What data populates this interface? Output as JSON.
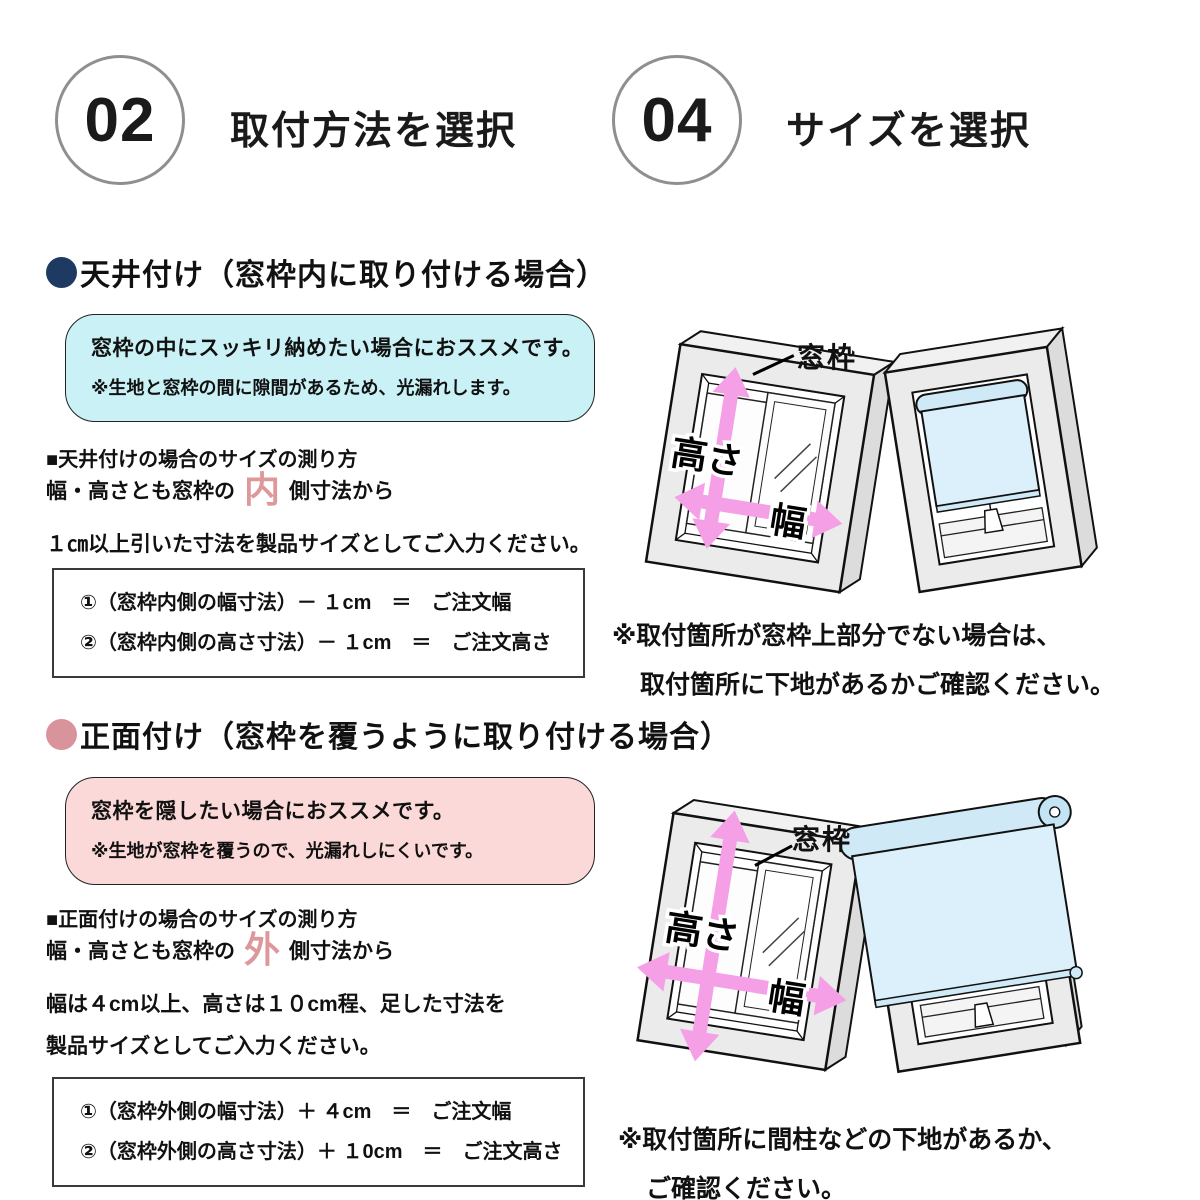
{
  "steps": [
    {
      "number": "02",
      "label": "取付方法を選択"
    },
    {
      "number": "04",
      "label": "サイズを選択"
    }
  ],
  "labels": {
    "frame": "窓枠",
    "height": "高さ",
    "width": "幅"
  },
  "sections": [
    {
      "id": "ceiling-mount",
      "heading": "天井付け（窓枠内に取り付ける場合）",
      "recommend_main": "窓枠の中にスッキリ納めたい場合におススメです。",
      "recommend_note": "※生地と窓枠の間に隙間があるため、光漏れします。",
      "measure_title": "■天井付けの場合のサイズの測り方",
      "measure_pre": "幅・高さとも窓枠の",
      "measure_em": "内",
      "measure_post": "側寸法から",
      "measure_lines": [
        "１㎝以上引いた寸法を製品サイズとしてご入力ください。"
      ],
      "formulas": [
        "①（窓枠内側の幅寸法）－ １cm　＝　ご注文幅",
        "②（窓枠内側の高さ寸法）－ １cm　＝　ご注文高さ"
      ],
      "note_lines": [
        "※取付箇所が窓枠上部分でない場合は、",
        "取付箇所に下地があるかご確認ください。"
      ]
    },
    {
      "id": "front-mount",
      "heading": "正面付け（窓枠を覆うように取り付ける場合）",
      "recommend_main": "窓枠を隠したい場合におススメです。",
      "recommend_note": "※生地が窓枠を覆うので、光漏れしにくいです。",
      "measure_title": "■正面付けの場合のサイズの測り方",
      "measure_pre": "幅・高さとも窓枠の",
      "measure_em": "外",
      "measure_post": "側寸法から",
      "measure_lines": [
        "幅は４cm以上、高さは１０cm程、足した寸法を",
        "製品サイズとしてご入力ください。"
      ],
      "formulas": [
        "①（窓枠外側の幅寸法）＋ ４cm　＝　ご注文幅",
        "②（窓枠外側の高さ寸法）＋ １0cm　＝　ご注文高さ"
      ],
      "note_lines": [
        "※取付箇所に間柱などの下地があるか、",
        "ご確認ください。"
      ]
    }
  ],
  "colors": {
    "navy_bullet": "#1e3a63",
    "rose_bullet": "#d8949a",
    "cyan_box": "#c9f1f6",
    "pink_box": "#fbd9d9",
    "emphasis_char": "#dd989c",
    "arrow_pink": "#f5a0e6",
    "blind_fabric": "#dbf0fb",
    "blind_roll": "#cfe9f6",
    "frame_gray": "#ebebeb"
  }
}
